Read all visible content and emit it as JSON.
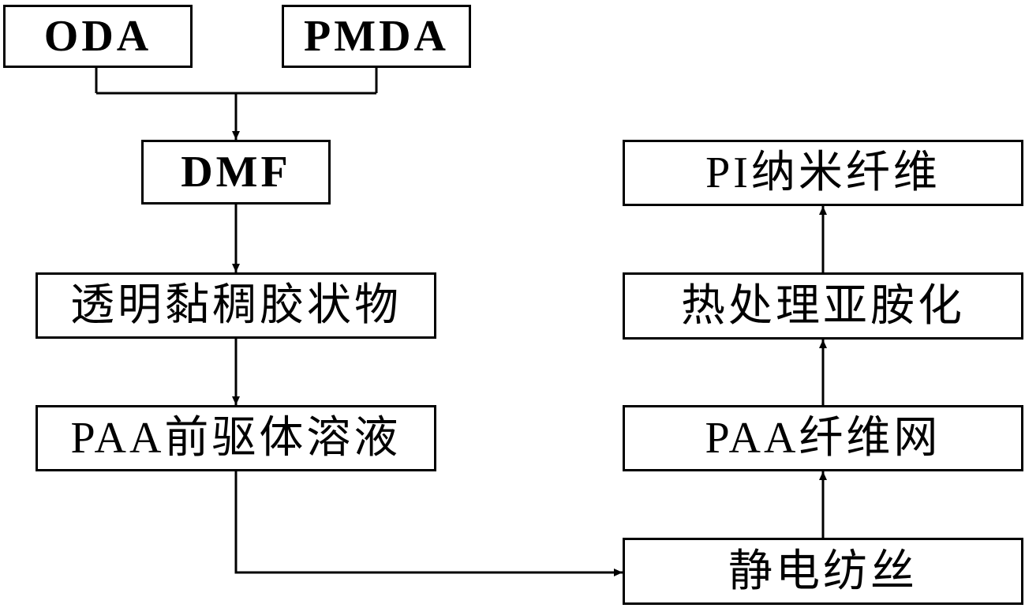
{
  "diagram": {
    "nodes": {
      "oda": "ODA",
      "pmda": "PMDA",
      "dmf": "DMF",
      "gel": "透明黏稠胶状物",
      "paa_solution": "PAA前驱体溶液",
      "pi_nanofiber": "PI纳米纤维",
      "imidization": "热处理亚胺化",
      "paa_fiber_web": "PAA纤维网",
      "electrospinning": "静电纺丝"
    }
  },
  "colors": {
    "stroke": "#000000",
    "background": "#ffffff"
  }
}
